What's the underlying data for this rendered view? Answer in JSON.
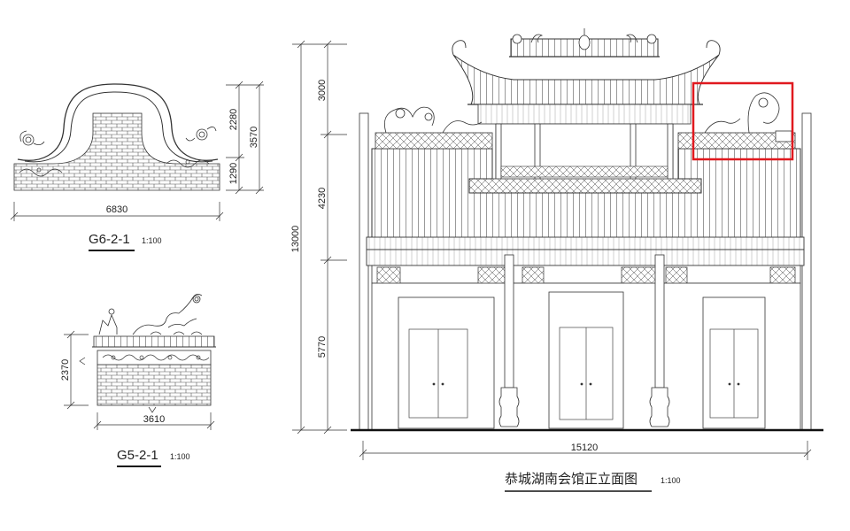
{
  "drawings": {
    "g6": {
      "title": "G6-2-1",
      "scale": "1:100",
      "width_dim": "6830",
      "dims_right": [
        "2280",
        "1290",
        "3570"
      ]
    },
    "g5": {
      "title": "G5-2-1",
      "scale": "1:100",
      "height_dim": "2370",
      "width_dim": "3610"
    },
    "main": {
      "title": "恭城湖南会馆正立面图",
      "scale": "1:100",
      "total_height": "13000",
      "seg_heights": [
        "3000",
        "4230",
        "5770"
      ],
      "width_dim": "15120"
    }
  },
  "highlight": {
    "color": "#e0191f",
    "label": ""
  },
  "colors": {
    "line": "#333333",
    "accent": "#e0191f"
  }
}
